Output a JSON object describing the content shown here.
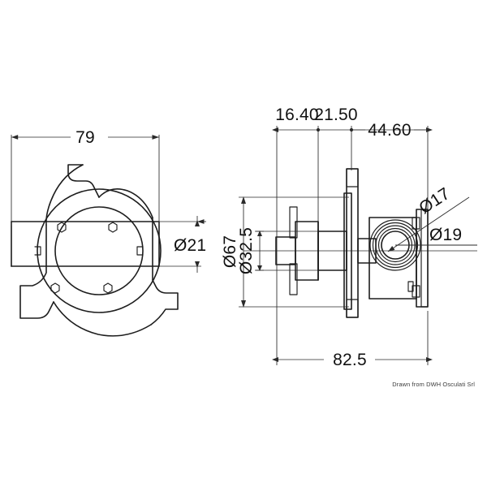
{
  "drawing": {
    "title": "Mechanical part technical drawing",
    "background_color": "#ffffff",
    "line_color": "#1d1d1d",
    "dimension_color": "#2a2a2a",
    "credit": "Drawn from DWH Osculati Srl"
  },
  "views": {
    "front": {
      "name": "front-view",
      "description": "Circular mounting flange with four bolt holes and mounting tabs"
    },
    "side": {
      "name": "side-section-view",
      "description": "Side sectional view of shaft, flange plate and housing with threaded boss"
    }
  },
  "dimensions": {
    "front_width": "79",
    "bore_small": "Ø21",
    "flange_diameter": "Ø67",
    "shaft_diameter": "Ø32.5",
    "step_1": "16.40",
    "step_2": "21.50",
    "step_3": "44.60",
    "overall_length": "82.5",
    "boss_inner": "Ø17",
    "boss_outer": "Ø19"
  }
}
